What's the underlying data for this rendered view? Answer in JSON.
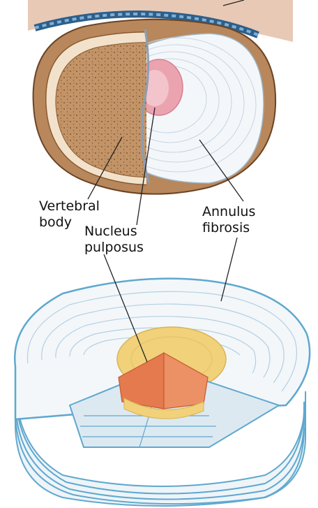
{
  "labels": {
    "vertebral_body": [
      "Vertebral",
      "body"
    ],
    "nucleus_pulposus": [
      "Nucleus",
      "pulposus"
    ],
    "annulus_fibrosis": [
      "Annulus",
      "fibrosis"
    ]
  },
  "colors": {
    "bone": "#c39467",
    "bone_dark": "#8a5a2e",
    "cortical": "#f2e2cc",
    "vessel_blue": "#2d5f8a",
    "disc_fill": "#eef4f8",
    "disc_outline": "#5fa8cf",
    "nucleus_pink": "#eba3b0",
    "nucleus_orange": "#e47a4e",
    "nucleus_yellow": "#f1d17a",
    "leader_line": "#222222"
  }
}
